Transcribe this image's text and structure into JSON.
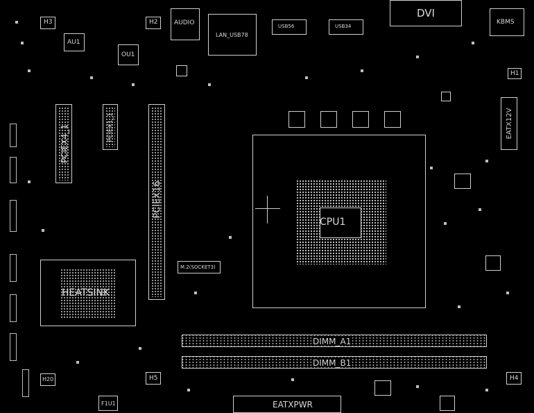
{
  "labels": {
    "h3": "H3",
    "h2": "H2",
    "h1": "H1",
    "h4": "H4",
    "h5": "H5",
    "h20": "H20",
    "au1": "AU1",
    "ou1": "OU1",
    "audio": "AUDIO",
    "lan_usb": "LAN_USB78",
    "usb_a": "USB56",
    "usb_b": "USB34",
    "dvi": "DVI",
    "kbms": "KBMS",
    "eatx12v": "EATX12V",
    "pciex4": "PCIEX4_1",
    "pciex1": "PCIEX1_1",
    "pciex16": "PCIEX16",
    "m2": "M.2(SOCKET3)",
    "heatsink": "HEATSINK",
    "cpu": "CPU1",
    "dimm_a1": "DIMM_A1",
    "dimm_b1": "DIMM_B1",
    "eatxpwr": "EATXPWR",
    "f1u1": "F1U1"
  },
  "colors": {
    "background": "#000000",
    "silkscreen": "#d0d0d0"
  }
}
